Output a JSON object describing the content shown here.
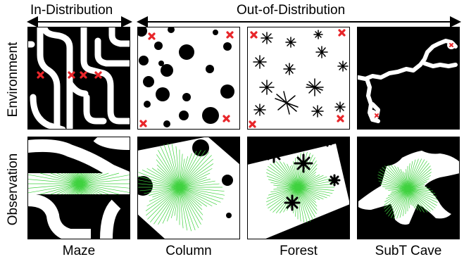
{
  "headers": {
    "in_distribution": "In-Distribution",
    "out_of_distribution": "Out-of-Distribution"
  },
  "row_labels": {
    "environment": "Environment",
    "observation": "Observation"
  },
  "columns": [
    "Maze",
    "Column",
    "Forest",
    "SubT Cave"
  ],
  "colors": {
    "marker": "#e8262a",
    "rays": "#3fd23f",
    "obstacle": "#000000",
    "free": "#ffffff"
  }
}
